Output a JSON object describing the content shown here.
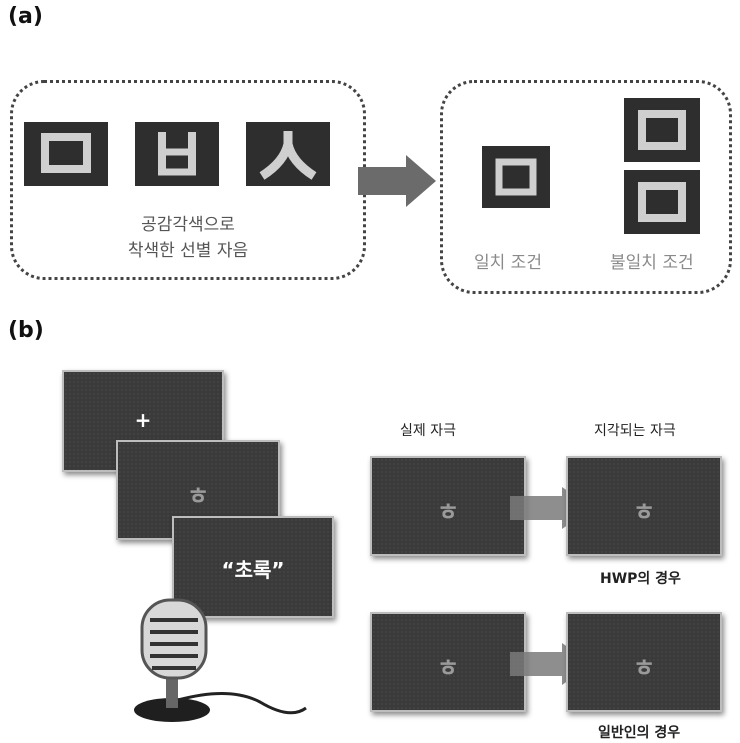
{
  "panel_a": {
    "label": "(a)",
    "caption_left_line1": "공감각색으로",
    "caption_left_line2": "착색한 선별 자음",
    "caption_match": "일치 조건",
    "caption_mismatch": "불일치 조건"
  },
  "panel_b": {
    "label": "(b)",
    "fixation": "+",
    "stim_char": "ㅎ",
    "spoken_word": "“초록”",
    "col_actual": "실제 자극",
    "col_perceived": "지각되는 자극",
    "case_hwp": "HWP의 경우",
    "case_normal": "일반인의 경우"
  },
  "colors": {
    "tile_bg": "#2e2e2e",
    "glyph": "#cfcfcf",
    "screen_bg": "#3a3a3a",
    "arrow": "#6b6b6b"
  }
}
